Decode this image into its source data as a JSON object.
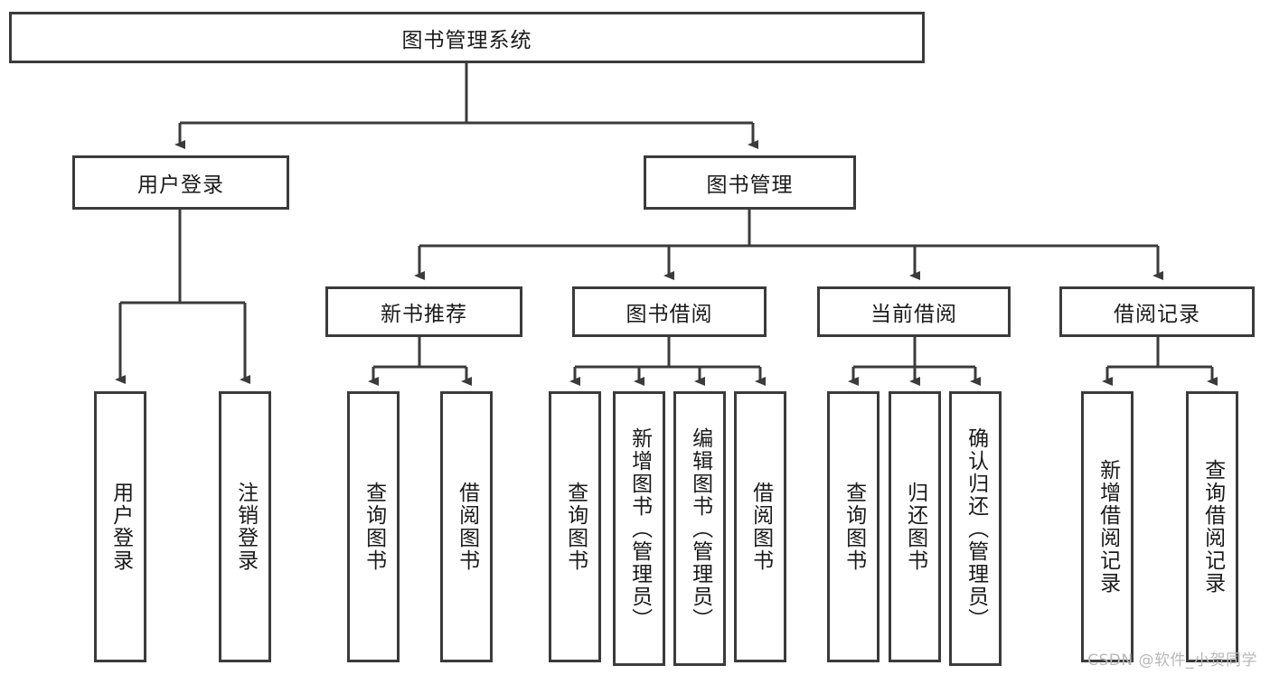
{
  "diagram": {
    "title": "图书管理系统",
    "watermark": "CSDN @软件_小贺同学",
    "accent_color": "#3b3b3b",
    "background_color": "#ffffff",
    "text_color": "#1a1a1a",
    "root": {
      "label": "图书管理系统"
    },
    "level2": [
      {
        "label": "用户登录"
      },
      {
        "label": "图书管理"
      }
    ],
    "level3": [
      {
        "label": "新书推荐"
      },
      {
        "label": "图书借阅"
      },
      {
        "label": "当前借阅"
      },
      {
        "label": "借阅记录"
      }
    ],
    "leaves": {
      "user_login": [
        {
          "label": "用户登录"
        },
        {
          "label": "注销登录"
        }
      ],
      "new_book": [
        {
          "label": "查询图书"
        },
        {
          "label": "借阅图书"
        }
      ],
      "book_borrow": [
        {
          "label": "查询图书"
        },
        {
          "label": "新增图书（管理员）"
        },
        {
          "label": "编辑图书（管理员）"
        },
        {
          "label": "借阅图书"
        }
      ],
      "current_borrow": [
        {
          "label": "查询图书"
        },
        {
          "label": "归还图书"
        },
        {
          "label": "确认归还（管理员）"
        }
      ],
      "borrow_record": [
        {
          "label": "新增借阅记录"
        },
        {
          "label": "查询借阅记录"
        }
      ]
    }
  }
}
